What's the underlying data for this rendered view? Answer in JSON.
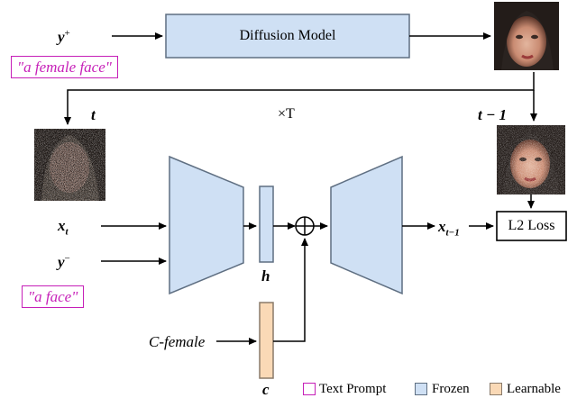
{
  "labels": {
    "y_plus": "y",
    "y_plus_sup": "+",
    "x_t": "x",
    "x_t_sub": "t",
    "y_minus": "y",
    "y_minus_sup": "−",
    "t": "t",
    "t_minus_1": "t − 1",
    "times_T": "×T",
    "h": "h",
    "c": "c",
    "x_t_minus_1": "x",
    "x_t_minus_1_sub": "t−1",
    "c_female": "C-female"
  },
  "prompts": {
    "female_face": "\"a female face\"",
    "face": "\"a face\""
  },
  "boxes": {
    "diffusion_model": "Diffusion Model",
    "l2_loss": "L2 Loss"
  },
  "legend": {
    "text_prompt": "Text Prompt",
    "frozen": "Frozen",
    "learnable": "Learnable"
  },
  "colors": {
    "frozen": "#cfe0f4",
    "frozen_border": "#5f6f82",
    "learnable": "#fad9b6",
    "learnable_border": "#8a7a6a",
    "prompt": "#c61fb8"
  }
}
